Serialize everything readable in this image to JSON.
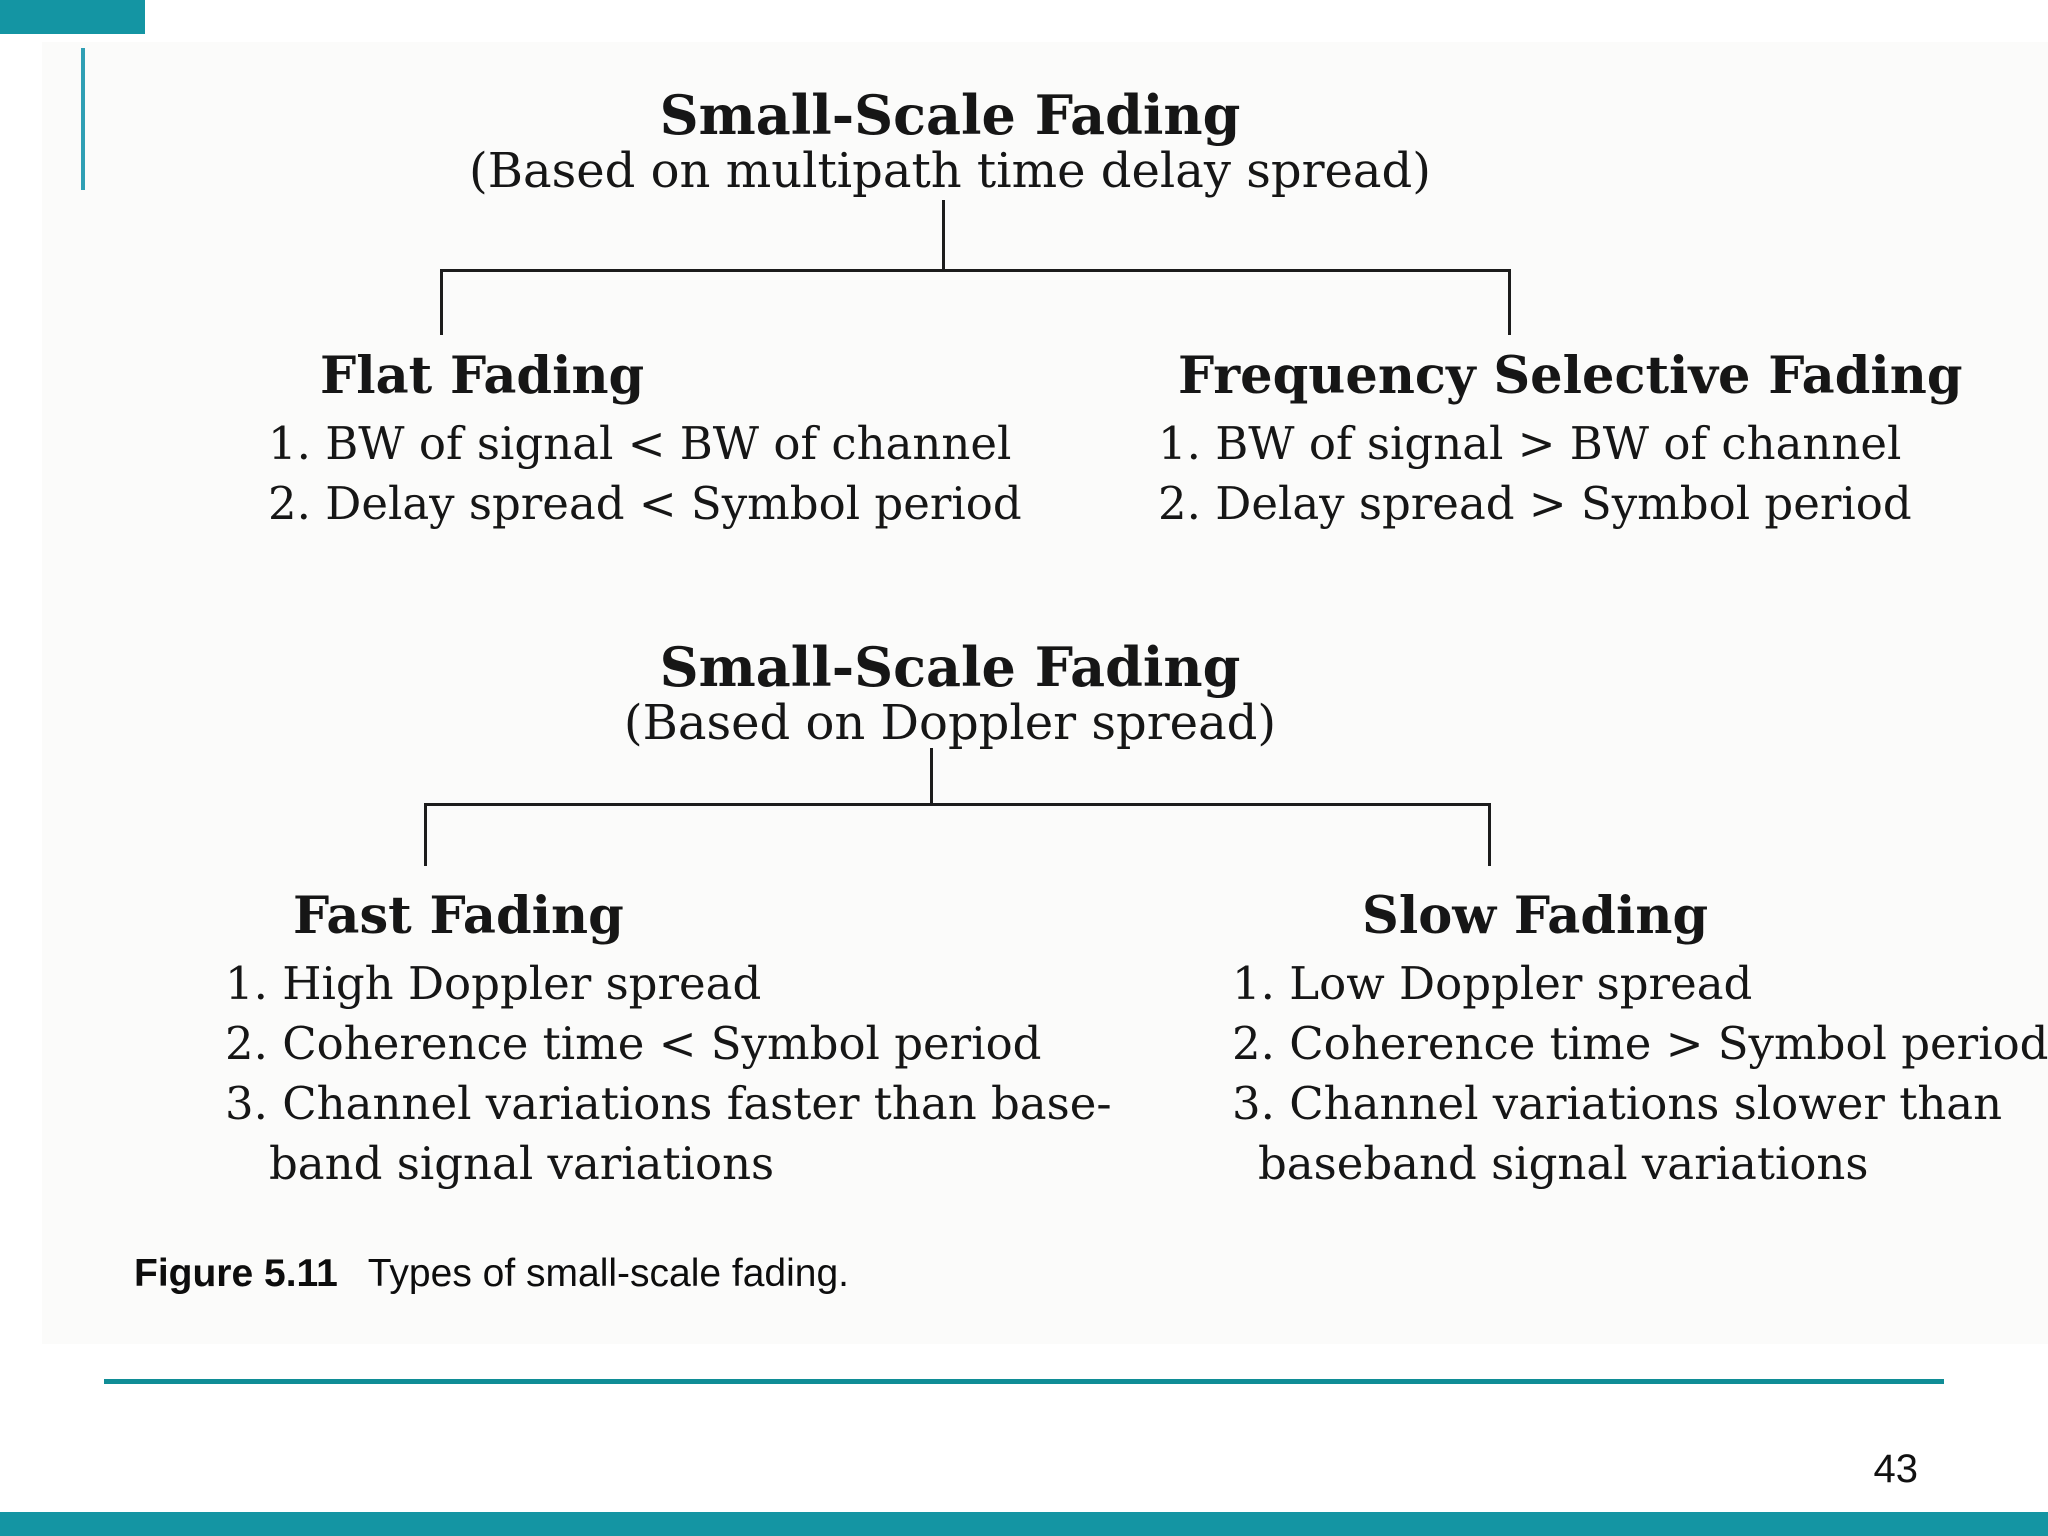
{
  "page": {
    "number": "43"
  },
  "theme": {
    "accent_teal": "#1495a3",
    "accent_line_teal": "#2f9fb4",
    "divider_teal": "#108d96",
    "connector_black": "#1c1c1c",
    "text_black": "#161616"
  },
  "figure": {
    "tree1": {
      "title": "Small-Scale Fading",
      "subtitle": "(Based on multipath time delay spread)",
      "left": {
        "heading": "Flat Fading",
        "lines": [
          "1. BW of signal < BW of channel",
          "2. Delay spread < Symbol period"
        ]
      },
      "right": {
        "heading": "Frequency Selective Fading",
        "lines": [
          "1. BW of signal > BW of channel",
          "2. Delay spread > Symbol period"
        ]
      }
    },
    "tree2": {
      "title": "Small-Scale Fading",
      "subtitle": "(Based on Doppler spread)",
      "left": {
        "heading": "Fast Fading",
        "lines": [
          "1. High Doppler spread",
          "2. Coherence time < Symbol period",
          "3. Channel variations faster than base-",
          "band signal variations"
        ]
      },
      "right": {
        "heading": "Slow Fading",
        "lines": [
          "1. Low Doppler spread",
          "2. Coherence time > Symbol period",
          "3. Channel variations slower than",
          "baseband signal variations"
        ]
      }
    },
    "caption": {
      "label": "Figure 5.11",
      "text": "Types of small-scale fading."
    }
  }
}
